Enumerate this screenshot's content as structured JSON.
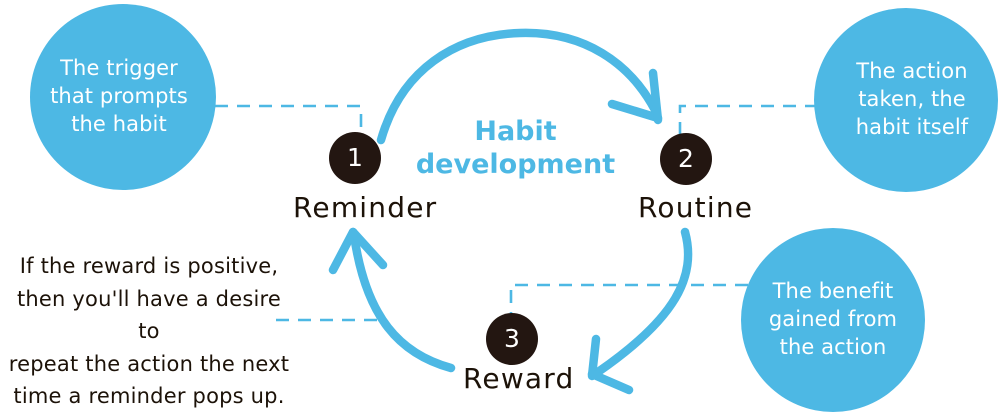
{
  "diagram": {
    "title": "Habit development",
    "accent_blue": "#4DB8E4",
    "badge_dark": "#231611",
    "background": "#ffffff"
  },
  "center": {
    "title_line1": "Habit",
    "title_line2": "development",
    "title": "Habit\ndevelopment"
  },
  "nodes": [
    {
      "number": "1",
      "label": "Reminder"
    },
    {
      "number": "2",
      "label": "Routine"
    },
    {
      "number": "3",
      "label": "Reward"
    }
  ],
  "callouts": [
    {
      "id": "trigger",
      "text": "The trigger\nthat prompts\nthe habit",
      "attached_to": "Reminder"
    },
    {
      "id": "action",
      "text": "The action\ntaken, the\nhabit itself",
      "attached_to": "Routine"
    },
    {
      "id": "benefit",
      "text": "The benefit\ngained from\nthe action",
      "attached_to": "Reward"
    }
  ],
  "note": {
    "text": "If the reward is positive,\nthen you'll have a desire to\nrepeat the action the next\ntime a reminder pops up.",
    "attached_to": "Reward"
  },
  "arrows": [
    {
      "from": "Reminder",
      "to": "Routine",
      "style": "curved-solid"
    },
    {
      "from": "Routine",
      "to": "Reward",
      "style": "curved-solid"
    },
    {
      "from": "Reward",
      "to": "Reminder",
      "style": "curved-solid"
    }
  ],
  "connectors": [
    {
      "from": "trigger-circle",
      "to": "node-1",
      "style": "dashed-elbow"
    },
    {
      "from": "action-circle",
      "to": "node-2",
      "style": "dashed-elbow"
    },
    {
      "from": "benefit-circle",
      "to": "node-3",
      "style": "dashed-elbow"
    },
    {
      "from": "note",
      "to": "reward-to-reminder-arrow",
      "style": "dashed-straight"
    }
  ]
}
